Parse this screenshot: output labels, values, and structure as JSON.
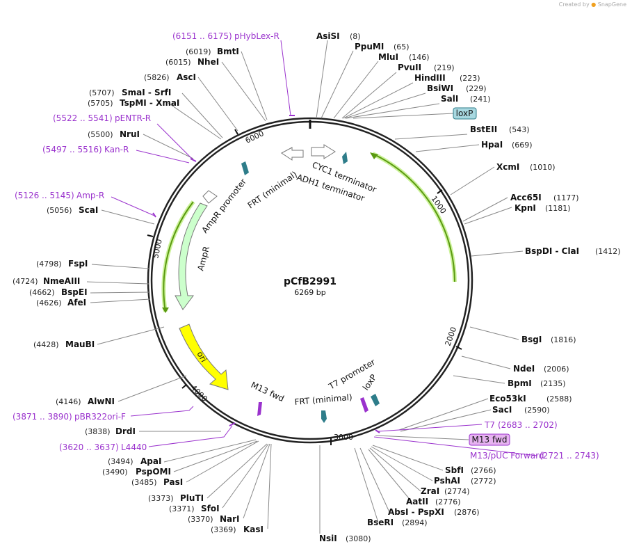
{
  "plasmid": {
    "name": "pCfB2991",
    "length_text": "6269 bp"
  },
  "credit": {
    "text": "Created by",
    "brand": "SnapGene"
  },
  "ticks": [
    "1000",
    "2000",
    "3000",
    "4000",
    "5000",
    "6000"
  ],
  "sites": [
    {
      "name": "AsiSI",
      "pos": "(8)"
    },
    {
      "name": "PpuMI",
      "pos": "(65)"
    },
    {
      "name": "MluI",
      "pos": "(146)"
    },
    {
      "name": "PvuII",
      "pos": "(219)"
    },
    {
      "name": "HindIII",
      "pos": "(223)"
    },
    {
      "name": "BsiWI",
      "pos": "(229)"
    },
    {
      "name": "SalI",
      "pos": "(241)"
    },
    {
      "name": "BstEII",
      "pos": "(543)"
    },
    {
      "name": "HpaI",
      "pos": "(669)"
    },
    {
      "name": "XcmI",
      "pos": "(1010)"
    },
    {
      "name": "Acc65I",
      "pos": "(1177)"
    },
    {
      "name": "KpnI",
      "pos": "(1181)"
    },
    {
      "name": "BspDI - ClaI",
      "pos": "(1412)"
    },
    {
      "name": "BsgI",
      "pos": "(1816)"
    },
    {
      "name": "NdeI",
      "pos": "(2006)"
    },
    {
      "name": "BpmI",
      "pos": "(2135)"
    },
    {
      "name": "Eco53kI",
      "pos": "(2588)"
    },
    {
      "name": "SacI",
      "pos": "(2590)"
    },
    {
      "name": "SbfI",
      "pos": "(2766)"
    },
    {
      "name": "PshAI",
      "pos": "(2772)"
    },
    {
      "name": "ZraI",
      "pos": "(2774)"
    },
    {
      "name": "AatII",
      "pos": "(2776)"
    },
    {
      "name": "AbsI - PspXI",
      "pos": "(2876)"
    },
    {
      "name": "BseRI",
      "pos": "(2894)"
    },
    {
      "name": "NsiI",
      "pos": "(3080)"
    },
    {
      "name": "KasI",
      "pos": "(3369)"
    },
    {
      "name": "NarI",
      "pos": "(3370)"
    },
    {
      "name": "SfoI",
      "pos": "(3371)"
    },
    {
      "name": "PluTI",
      "pos": "(3373)"
    },
    {
      "name": "PasI",
      "pos": "(3485)"
    },
    {
      "name": "PspOMI",
      "pos": "(3490)"
    },
    {
      "name": "ApaI",
      "pos": "(3494)"
    },
    {
      "name": "DrdI",
      "pos": "(3838)"
    },
    {
      "name": "AlwNI",
      "pos": "(4146)"
    },
    {
      "name": "MauBI",
      "pos": "(4428)"
    },
    {
      "name": "AfeI",
      "pos": "(4626)"
    },
    {
      "name": "BspEI",
      "pos": "(4662)"
    },
    {
      "name": "NmeAIII",
      "pos": "(4724)"
    },
    {
      "name": "FspI",
      "pos": "(4798)"
    },
    {
      "name": "ScaI",
      "pos": "(5056)"
    },
    {
      "name": "NruI",
      "pos": "(5500)"
    },
    {
      "name": "TspMI - XmaI",
      "pos": "(5705)"
    },
    {
      "name": "SmaI - SrfI",
      "pos": "(5707)"
    },
    {
      "name": "AscI",
      "pos": "(5826)"
    },
    {
      "name": "NheI",
      "pos": "(6015)"
    },
    {
      "name": "BmtI",
      "pos": "(6019)"
    }
  ],
  "primers": [
    {
      "name": "pHybLex-R",
      "range": "(6151 .. 6175)"
    },
    {
      "name": "pENTR-R",
      "range": "(5522 .. 5541)"
    },
    {
      "name": "Kan-R",
      "range": "(5497 .. 5516)"
    },
    {
      "name": "Amp-R",
      "range": "(5126 .. 5145)"
    },
    {
      "name": "pBR322ori-F",
      "range": "(3871 .. 3890)"
    },
    {
      "name": "L4440",
      "range": "(3620 .. 3637)"
    },
    {
      "name": "T7",
      "range": "(2683 .. 2702)"
    },
    {
      "name": "M13/pUC Forward",
      "range": "(2721 .. 2743)"
    }
  ],
  "boxed": [
    {
      "name": "loxP"
    },
    {
      "name": "M13 fwd"
    }
  ],
  "features": [
    {
      "name": "CYC1 terminator"
    },
    {
      "name": "ADH1 terminator"
    },
    {
      "name": "FRT (minimal)"
    },
    {
      "name": "AmpR promoter"
    },
    {
      "name": "AmpR"
    },
    {
      "name": "ori"
    },
    {
      "name": "M13 fwd"
    },
    {
      "name": "FRT (minimal)"
    },
    {
      "name": "T7 promoter"
    },
    {
      "name": "loxP"
    }
  ],
  "colors": {
    "ring": "#222222",
    "green": "#5a9a10",
    "greenGlow": "#ccf29a",
    "amp": "#ccffcc",
    "ori": "#ffff00",
    "purple": "#9a32cd",
    "teal": "#2e7d8a",
    "loxpBox": "#a8d8e0",
    "m13Box": "#e6b3f0"
  }
}
